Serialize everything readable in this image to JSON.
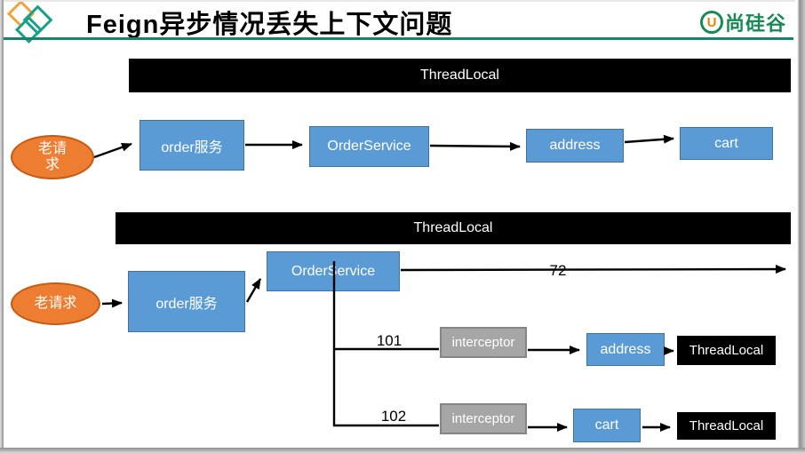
{
  "header": {
    "title": "Feign异步情况丢失上下文问题",
    "brand_text": "尚硅谷",
    "brand_glyph": "U"
  },
  "colors": {
    "title_color": "#000000",
    "accent_teal": "#17836d",
    "brand_green": "#1a8a55",
    "brand_orange": "#f08300",
    "box_blue": "#5b9bd5",
    "box_blue_border": "#41719c",
    "box_gray": "#a6a6a6",
    "box_gray_border": "#858585",
    "ellipse_orange": "#ed7d31",
    "ellipse_orange_border": "#c55a11",
    "bar_black": "#000000"
  },
  "diagram_top": {
    "threadlocal_bar": "ThreadLocal",
    "request_line1": "老请",
    "request_line2": "求",
    "order_cn": "order服务",
    "order_service": "OrderService",
    "address": "address",
    "cart": "cart"
  },
  "diagram_bottom": {
    "threadlocal_bar": "ThreadLocal",
    "request": "老请求",
    "order_cn": "order服务",
    "order_service": "OrderService",
    "thread_main_label": "72",
    "thread_101_label": "101",
    "thread_102_label": "102",
    "interceptor_1": "interceptor",
    "interceptor_2": "interceptor",
    "address": "address",
    "cart": "cart",
    "threadlocal_box_1": "ThreadLocal",
    "threadlocal_box_2": "ThreadLocal"
  }
}
